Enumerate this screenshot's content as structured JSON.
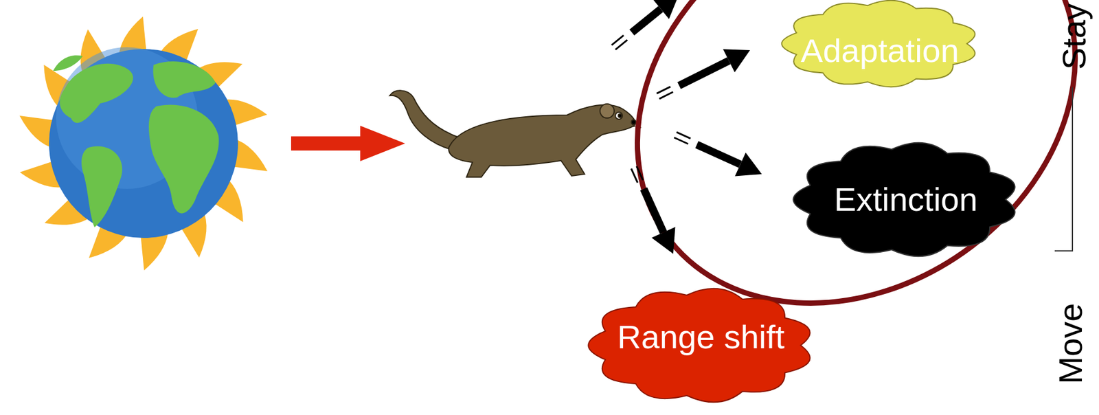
{
  "diagram": {
    "nodes": [
      {
        "text": [
          "Adaptation"
        ]
      },
      {
        "text": [
          "Extinction"
        ]
      },
      {
        "text": [
          "Range shift"
        ]
      }
    ],
    "labels": [
      "Stay",
      "Move"
    ]
  }
}
